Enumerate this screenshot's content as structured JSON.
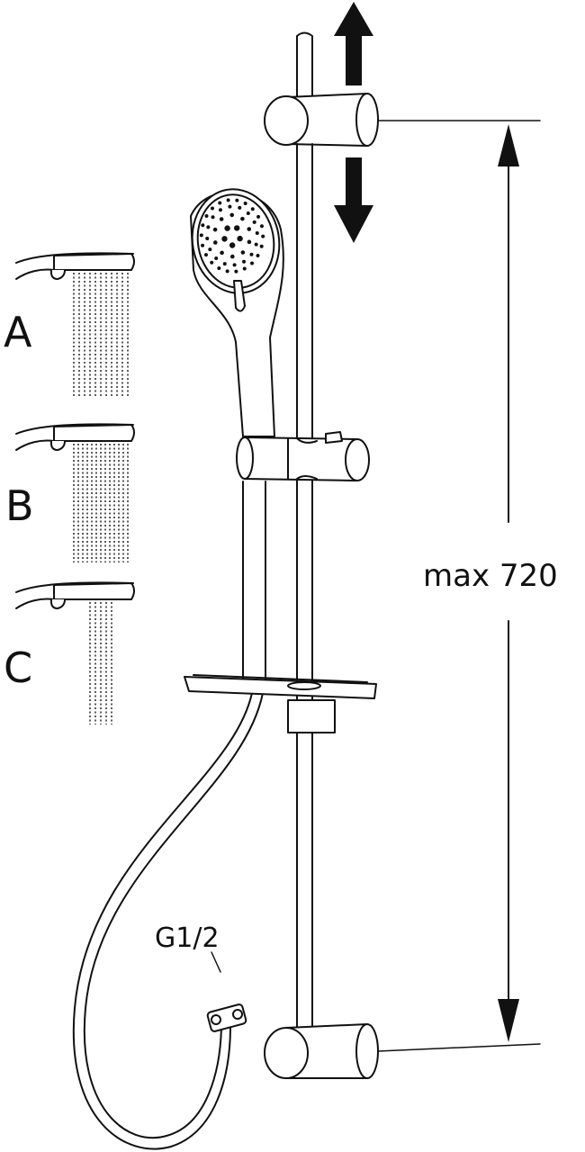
{
  "spray_modes": [
    {
      "label": "A",
      "name": "full-spray"
    },
    {
      "label": "B",
      "name": "mixed-spray"
    },
    {
      "label": "C",
      "name": "concentrated-spray"
    }
  ],
  "dimension": {
    "label": "max 720"
  },
  "connector": {
    "label": "G1/2"
  },
  "colors": {
    "line": "#111111",
    "background": "#ffffff"
  }
}
